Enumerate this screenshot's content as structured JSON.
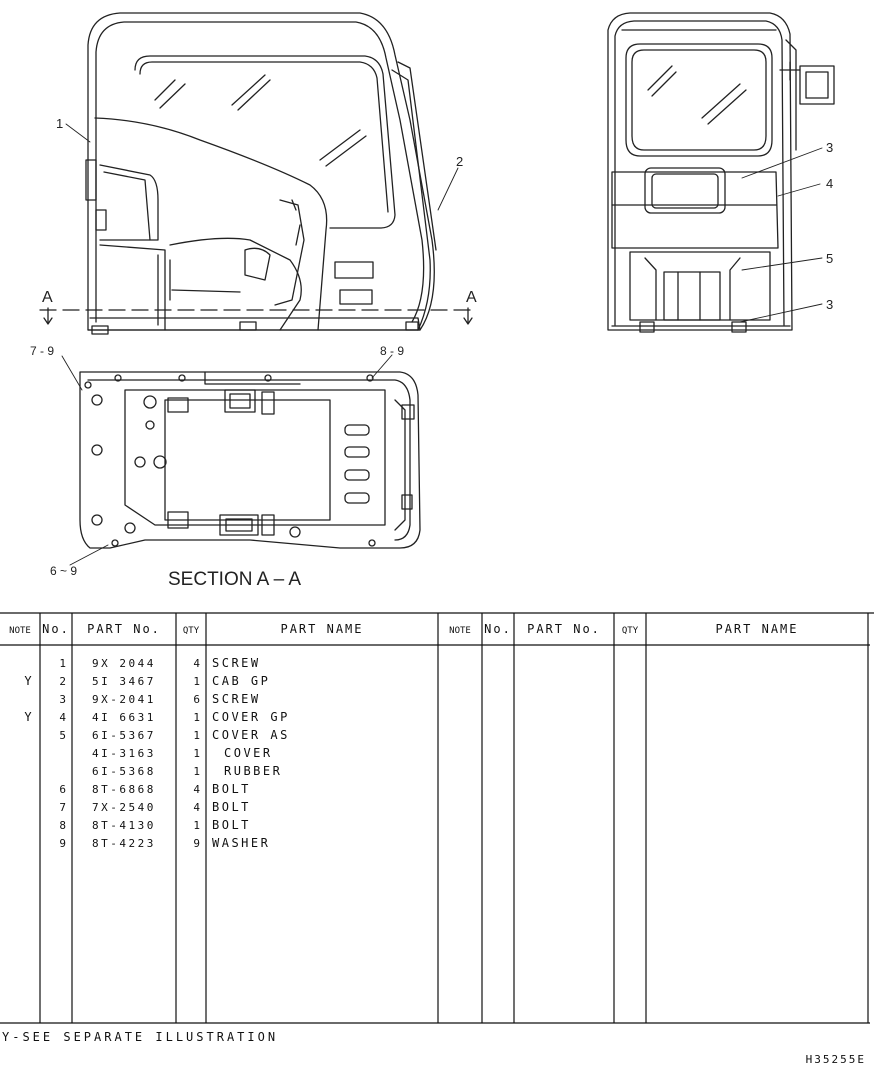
{
  "section_title": "SECTION A – A",
  "section_markers": [
    "A",
    "A"
  ],
  "callouts": {
    "side": [
      "1",
      "2"
    ],
    "front": [
      "3",
      "4",
      "5",
      "3"
    ],
    "plan": [
      "7 - 9",
      "8 - 9",
      "6 ~ 9"
    ]
  },
  "table": {
    "headers": [
      "NOTE",
      "No.",
      "PART  No.",
      "QTY",
      "PART  NAME"
    ],
    "rows": [
      {
        "note": "",
        "no": "1",
        "part": "9X  2044",
        "qty": "4",
        "name": "SCREW"
      },
      {
        "note": "Y",
        "no": "2",
        "part": "5I  3467",
        "qty": "1",
        "name": "CAB  GP"
      },
      {
        "note": "",
        "no": "3",
        "part": "9X-2041",
        "qty": "6",
        "name": "SCREW"
      },
      {
        "note": "Y",
        "no": "4",
        "part": "4I  6631",
        "qty": "1",
        "name": "COVER  GP"
      },
      {
        "note": "",
        "no": "5",
        "part": "6I-5367",
        "qty": "1",
        "name": "COVER  AS"
      },
      {
        "note": "",
        "no": "",
        "part": "4I-3163",
        "qty": "1",
        "name": "COVER"
      },
      {
        "note": "",
        "no": "",
        "part": "6I-5368",
        "qty": "1",
        "name": "RUBBER"
      },
      {
        "note": "",
        "no": "6",
        "part": "8T-6868",
        "qty": "4",
        "name": "BOLT"
      },
      {
        "note": "",
        "no": "7",
        "part": "7X-2540",
        "qty": "4",
        "name": "BOLT"
      },
      {
        "note": "",
        "no": "8",
        "part": "8T-4130",
        "qty": "1",
        "name": "BOLT"
      },
      {
        "note": "",
        "no": "9",
        "part": "8T-4223",
        "qty": "9",
        "name": "WASHER"
      }
    ]
  },
  "footnote": "Y-SEE  SEPARATE  ILLUSTRATION",
  "drawing_code": "H35255E"
}
